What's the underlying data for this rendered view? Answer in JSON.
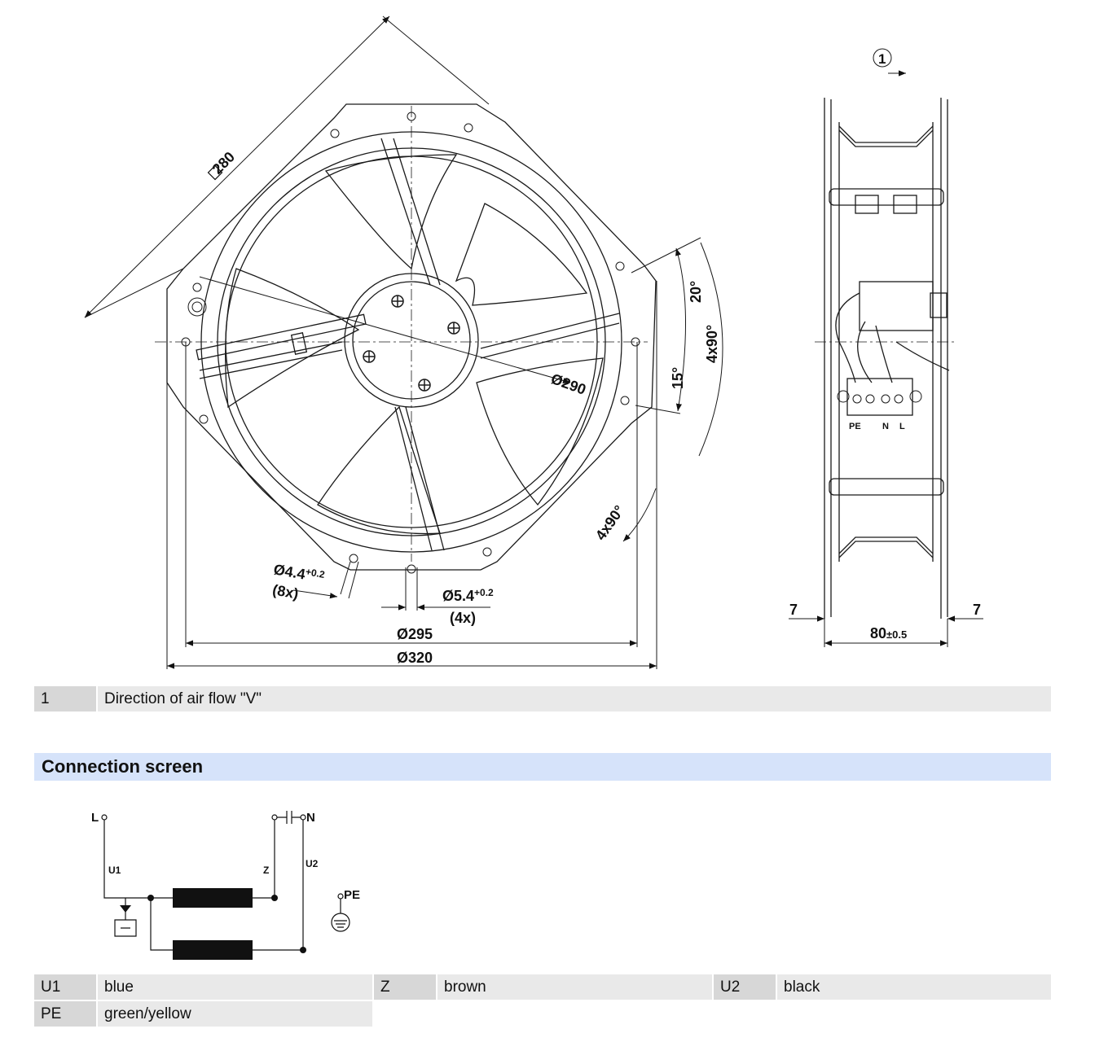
{
  "drawing": {
    "dim_square": "280",
    "dim_290": "Ø290",
    "dim_295": "Ø295",
    "dim_320": "Ø320",
    "angle_20": "20°",
    "angle_15": "15°",
    "angle_4x90_a": "4x90°",
    "angle_4x90_b": "4x90°",
    "hole_small": "Ø4.4",
    "hole_small_tol": "+0.2",
    "hole_small_count": "(8x)",
    "hole_large": "Ø5.4",
    "hole_large_tol": "+0.2",
    "hole_large_count": "(4x)",
    "side_marker": "1",
    "side_depth": "80",
    "side_depth_tol": "±0.5",
    "side_flange_left": "7",
    "side_flange_right": "7",
    "terminal_pe": "PE",
    "terminal_n": "N",
    "terminal_l": "L"
  },
  "legend": {
    "key": "1",
    "text": "Direction of air flow \"V\""
  },
  "section": {
    "title": "Connection screen"
  },
  "schematic": {
    "label_L": "L",
    "label_N": "N",
    "label_U1": "U1",
    "label_Z": "Z",
    "label_U2": "U2",
    "label_PE": "PE"
  },
  "wires": [
    {
      "code": "U1",
      "color": "blue"
    },
    {
      "code": "Z",
      "color": "brown"
    },
    {
      "code": "U2",
      "color": "black"
    },
    {
      "code": "PE",
      "color": "green/yellow"
    }
  ]
}
